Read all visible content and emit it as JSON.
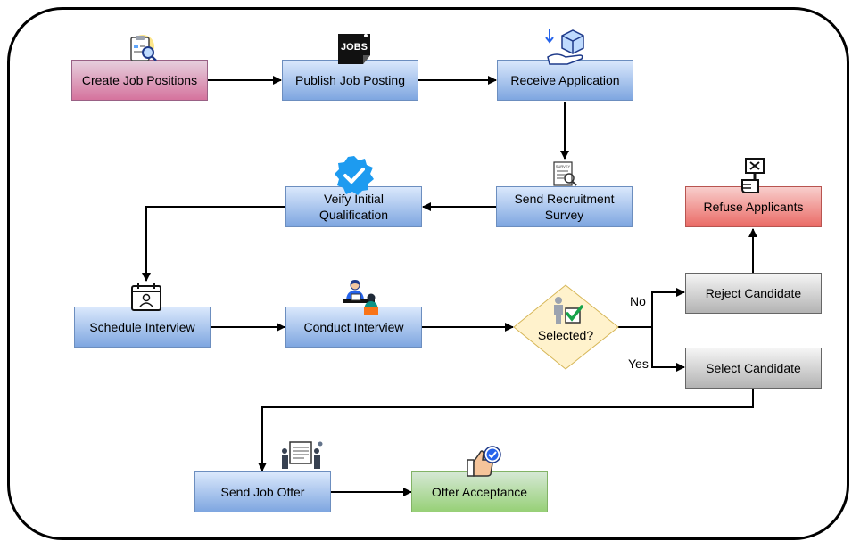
{
  "nodes": {
    "create_job_positions": "Create Job Positions",
    "publish_job_posting": "Publish Job Posting",
    "receive_application": "Receive Application",
    "send_recruitment_survey": "Send Recruitment Survey",
    "verify_initial_qualification": "Veify Initial Qualification",
    "schedule_interview": "Schedule Interview",
    "conduct_interview": "Conduct Interview",
    "selected": "Selected?",
    "reject_candidate": "Reject Candidate",
    "refuse_applicants": "Refuse Applicants",
    "select_candidate": "Select Candidate",
    "send_job_offer": "Send Job Offer",
    "offer_acceptance": "Offer Acceptance"
  },
  "edge_labels": {
    "no": "No",
    "yes": "Yes"
  },
  "icon_text": {
    "jobs": "JOBS",
    "survey": "SURVEY"
  },
  "colors": {
    "blue_fill": "#dae8fc",
    "blue_stroke": "#6c8ebf",
    "pink_fill": "#e6d0de",
    "gray_fill": "#f5f5f5",
    "red_fill": "#f8cecc",
    "green_fill": "#d5e8d4",
    "decision_fill": "#fff2cc",
    "decision_stroke": "#d6b656"
  },
  "icons": [
    "clipboard-search-icon",
    "jobs-sign-icon",
    "receive-package-icon",
    "survey-document-icon",
    "verified-badge-icon",
    "calendar-person-icon",
    "interview-people-icon",
    "person-checkmark-icon",
    "protest-sign-icon",
    "presentation-people-icon",
    "thumbs-up-check-icon"
  ]
}
